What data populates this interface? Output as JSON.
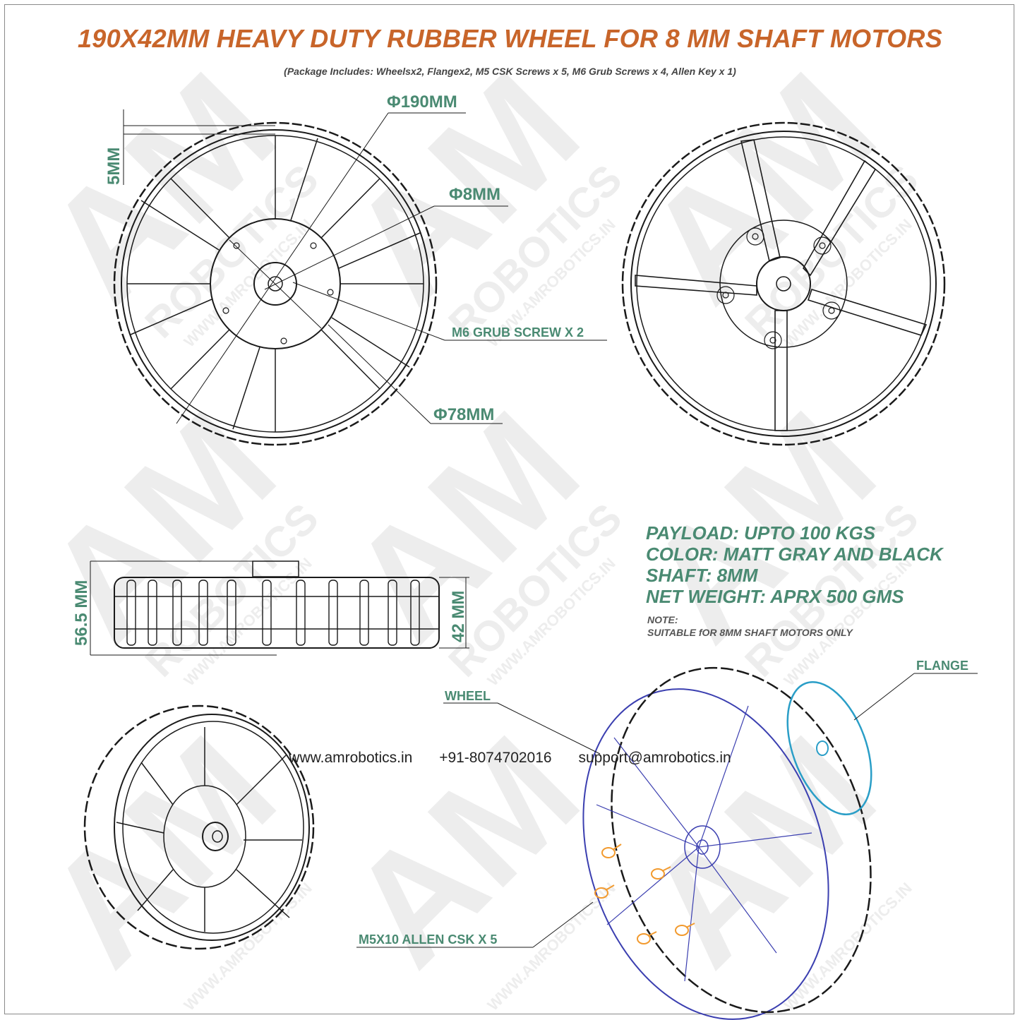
{
  "title": "190X42MM HEAVY DUTY RUBBER WHEEL FOR 8 MM SHAFT MOTORS",
  "subtitle": "(Package Includes: Wheelsx2, Flangex2, M5 CSK Screws x 5, M6 Grub Screws x 4, Allen Key x 1)",
  "dimensions": {
    "outer_diameter": "Φ190MM",
    "tread_depth": "5MM",
    "shaft_diameter": "Φ8MM",
    "hub_diameter": "Φ78MM",
    "grub_screw": "M6 GRUB SCREW X 2",
    "overall_width": "56.5 MM",
    "wheel_width": "42 MM"
  },
  "specs": {
    "payload": "PAYLOAD: UPTO 100 KGS",
    "color": "COLOR: MATT GRAY AND BLACK",
    "shaft": "SHAFT: 8MM",
    "weight": "NET WEIGHT: APRX 500 GMS"
  },
  "note": {
    "heading": "NOTE:",
    "text": "SUITABLE fOR 8MM SHAFT MOTORS ONLY"
  },
  "callouts": {
    "wheel": "WHEEL",
    "flange": "FLANGE",
    "screws": "M5X10 ALLEN CSK X 5"
  },
  "watermark": {
    "logo": "AM",
    "brand": "ROBOTICS",
    "url": "WWW.AMROBOTICS.IN"
  },
  "footer": {
    "website": "www.amrobotics.in",
    "phone": "+91-8074702016",
    "email": "support@amrobotics.in"
  },
  "colors": {
    "title": "#c8652a",
    "dimension": "#4a8a72",
    "flange": "#2a9ec7",
    "screw": "#f29a2e",
    "wheel_iso": "#3b3fb0",
    "line": "#1a1a1a"
  }
}
